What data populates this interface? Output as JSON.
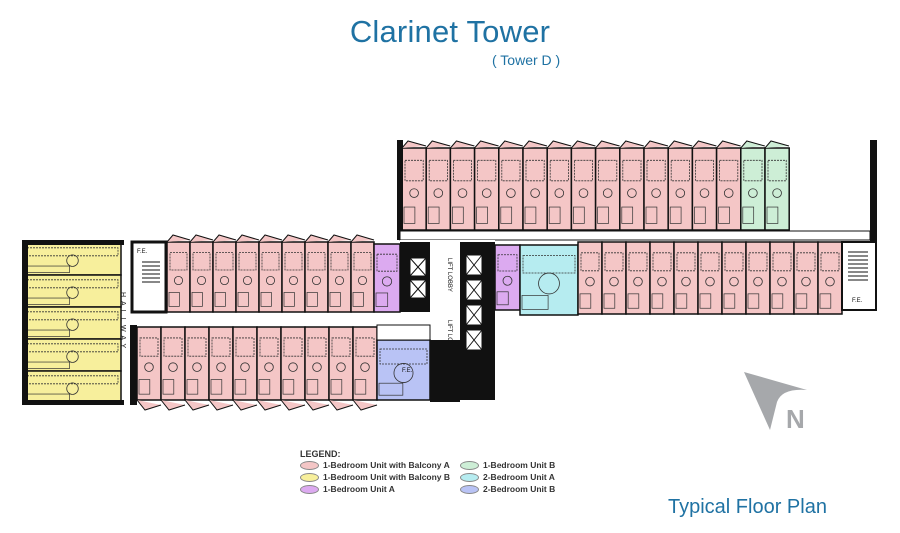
{
  "title": "Clarinet Tower",
  "subtitle": "( Tower D )",
  "plan_title": "Typical Floor Plan",
  "north_label": "N",
  "labels": {
    "hallway": "HALLWAY",
    "lift_lobby_1": "LIFT LOBBY",
    "lift_lobby_2": "LIFT LOBBY",
    "fire_exit": "F.E."
  },
  "legend": {
    "heading": "LEGEND:",
    "items": [
      {
        "label": "1-Bedroom Unit with Balcony A",
        "color": "#f4c6c6",
        "key": "balA"
      },
      {
        "label": "1-Bedroom Unit B",
        "color": "#cdeed6",
        "key": "b1B"
      },
      {
        "label": "1-Bedroom Unit with Balcony B",
        "color": "#f7ef9c",
        "key": "balB"
      },
      {
        "label": "2-Bedroom Unit A",
        "color": "#b6ecf0",
        "key": "b2A"
      },
      {
        "label": "1-Bedroom Unit A",
        "color": "#dcaaf0",
        "key": "b1A"
      },
      {
        "label": "2-Bedroom Unit B",
        "color": "#b9c3f5",
        "key": "b2B"
      }
    ]
  },
  "colors": {
    "title": "#1f72a3",
    "walls": "#111111",
    "north": "#a6a8ab"
  }
}
